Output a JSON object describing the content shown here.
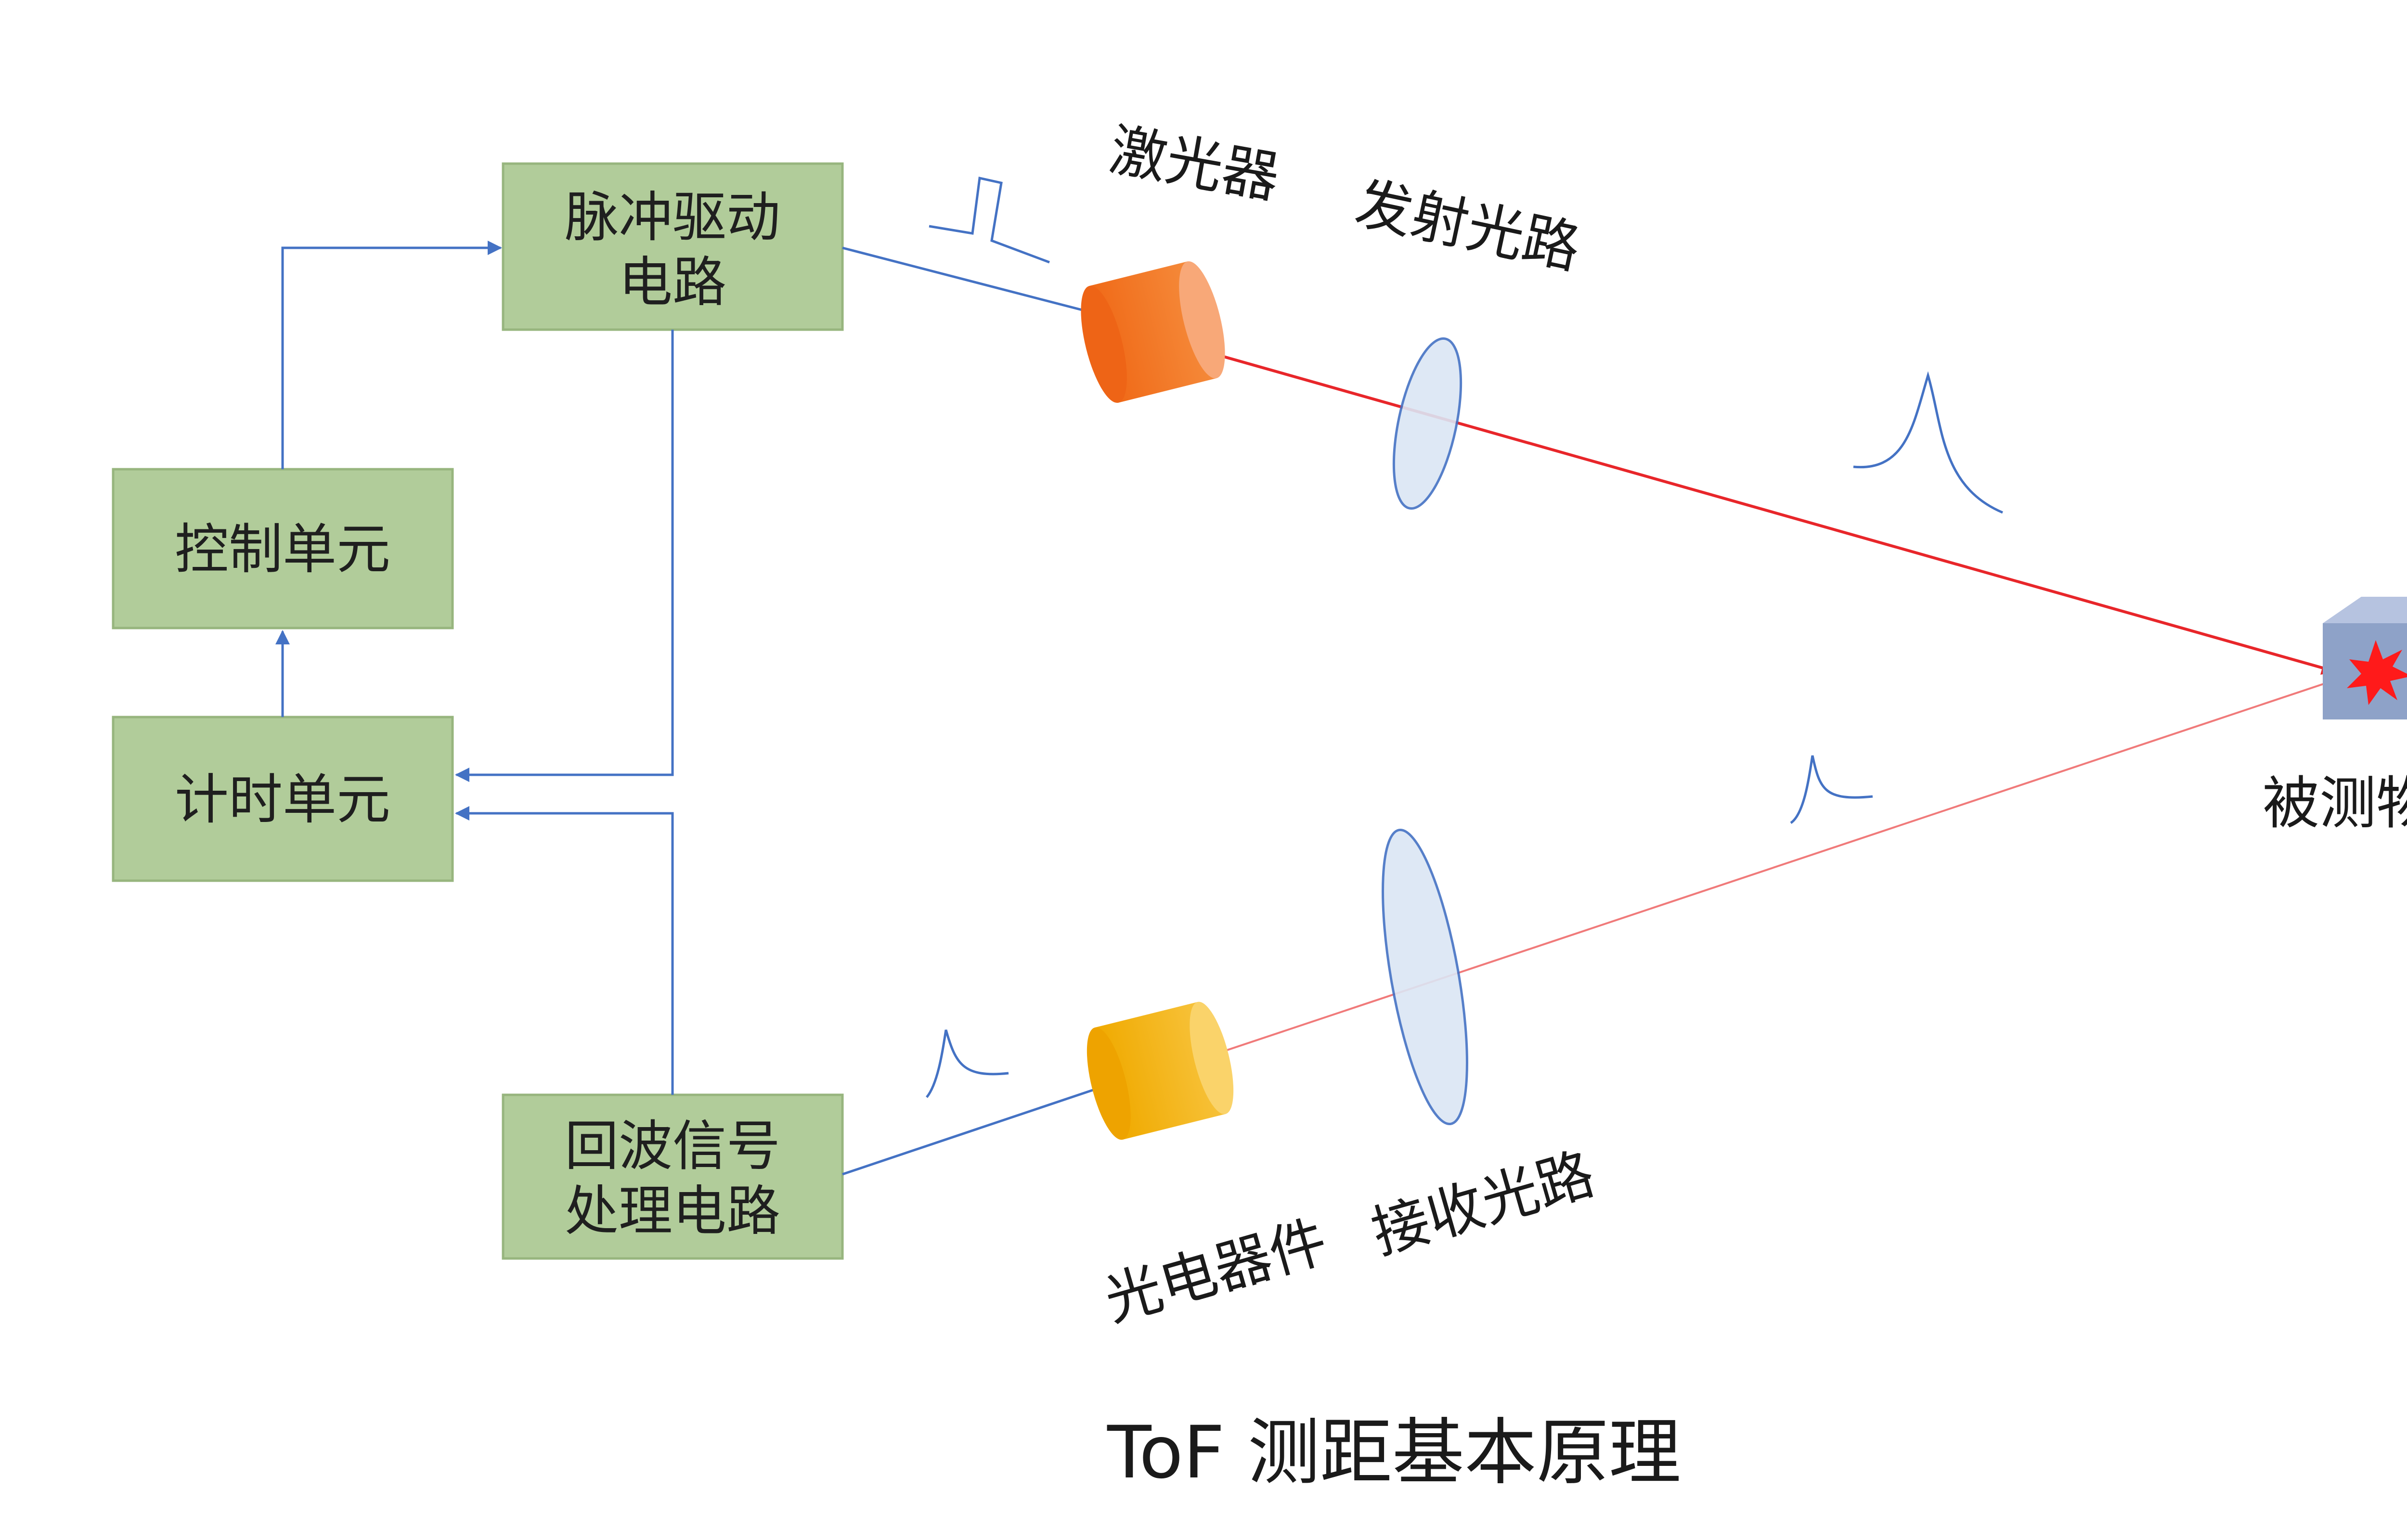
{
  "caption": "ToF 测距基本原理",
  "blocks": {
    "pulse_driver": {
      "line1": "脉冲驱动",
      "line2": "电路"
    },
    "control_unit": {
      "label": "控制单元"
    },
    "timing_unit": {
      "label": "计时单元"
    },
    "echo_processor": {
      "line1": "回波信号",
      "line2": "处理电路"
    }
  },
  "labels": {
    "laser": "激光器",
    "transmit_optics": "发射光路",
    "target": "被测物体",
    "photodetector": "光电器件",
    "receive_optics": "接收光路"
  },
  "colors": {
    "block_fill": "#b1cc9a",
    "block_border": "#97b57e",
    "wire": "#4472c4",
    "beam": "#e8262a",
    "laser_body": "#f4731c",
    "detector_body": "#f2b100",
    "lens": "#dbe6f5",
    "target": "#8ea2c8"
  }
}
